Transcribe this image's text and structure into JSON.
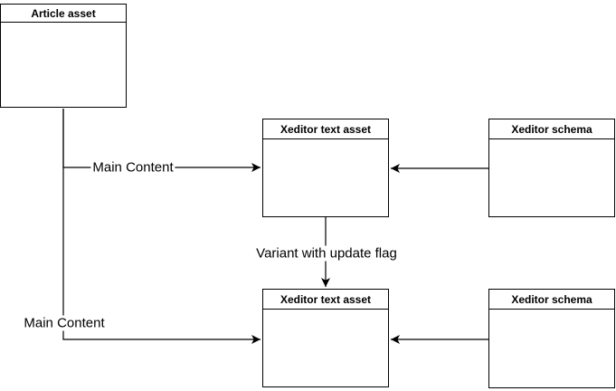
{
  "diagram": {
    "colors": {
      "stroke": "#000000",
      "text": "#000000",
      "background": "#ffffff"
    },
    "nodes": [
      {
        "title": "Article asset"
      },
      {
        "title": "Xeditor text asset"
      },
      {
        "title": "Xeditor schema"
      },
      {
        "title": "Xeditor text asset"
      },
      {
        "title": "Xeditor schema"
      }
    ],
    "edges": [
      {
        "from": "Article asset",
        "to": "Xeditor text asset (top)",
        "label": "Main Content"
      },
      {
        "from": "Xeditor schema (top)",
        "to": "Xeditor text asset (top)",
        "label": ""
      },
      {
        "from": "Xeditor text asset (top)",
        "to": "Xeditor text asset (bottom)",
        "label": "Variant with update flag"
      },
      {
        "from": "Article asset",
        "to": "Xeditor text asset (bottom)",
        "label": "Main Content"
      },
      {
        "from": "Xeditor schema (bottom)",
        "to": "Xeditor text asset (bottom)",
        "label": ""
      }
    ]
  }
}
